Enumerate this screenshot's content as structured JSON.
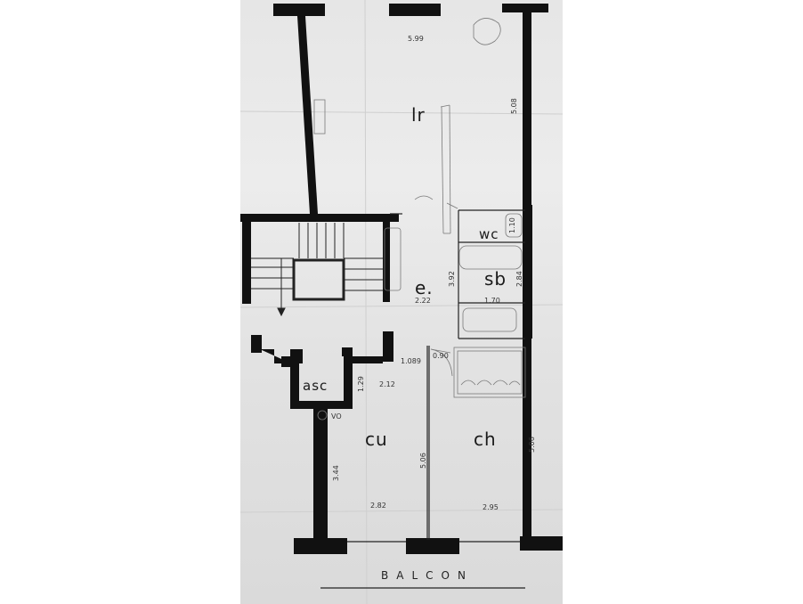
{
  "plan": {
    "rooms": {
      "living": "lr",
      "entry": "e.",
      "wc": "wc",
      "bath": "sb",
      "elevator": "asc",
      "kitchen": "cu",
      "bedroom": "ch"
    },
    "outdoor_label": "BALCON",
    "dimensions": {
      "living_width": "5.99",
      "living_side": "5.08",
      "entry_width": "2.22",
      "entry_side": "3.92",
      "bath_width": "1.70",
      "bath_side": "2.84",
      "wc_width": "1.10",
      "corridor": "1.089",
      "corridor_side": "1.29",
      "corridor_width": "2.12",
      "kitchen_side": "3.44",
      "kitchen_mid": "5.06",
      "kitchen_width": "2.82",
      "bedroom_width": "2.95",
      "bedroom_side": "5.06",
      "wardrobe": "0.90",
      "vo": "VO"
    },
    "colors": {
      "wall": "#111111",
      "sketch": "#7a7a7a",
      "paper": "#e6e6e6"
    }
  }
}
